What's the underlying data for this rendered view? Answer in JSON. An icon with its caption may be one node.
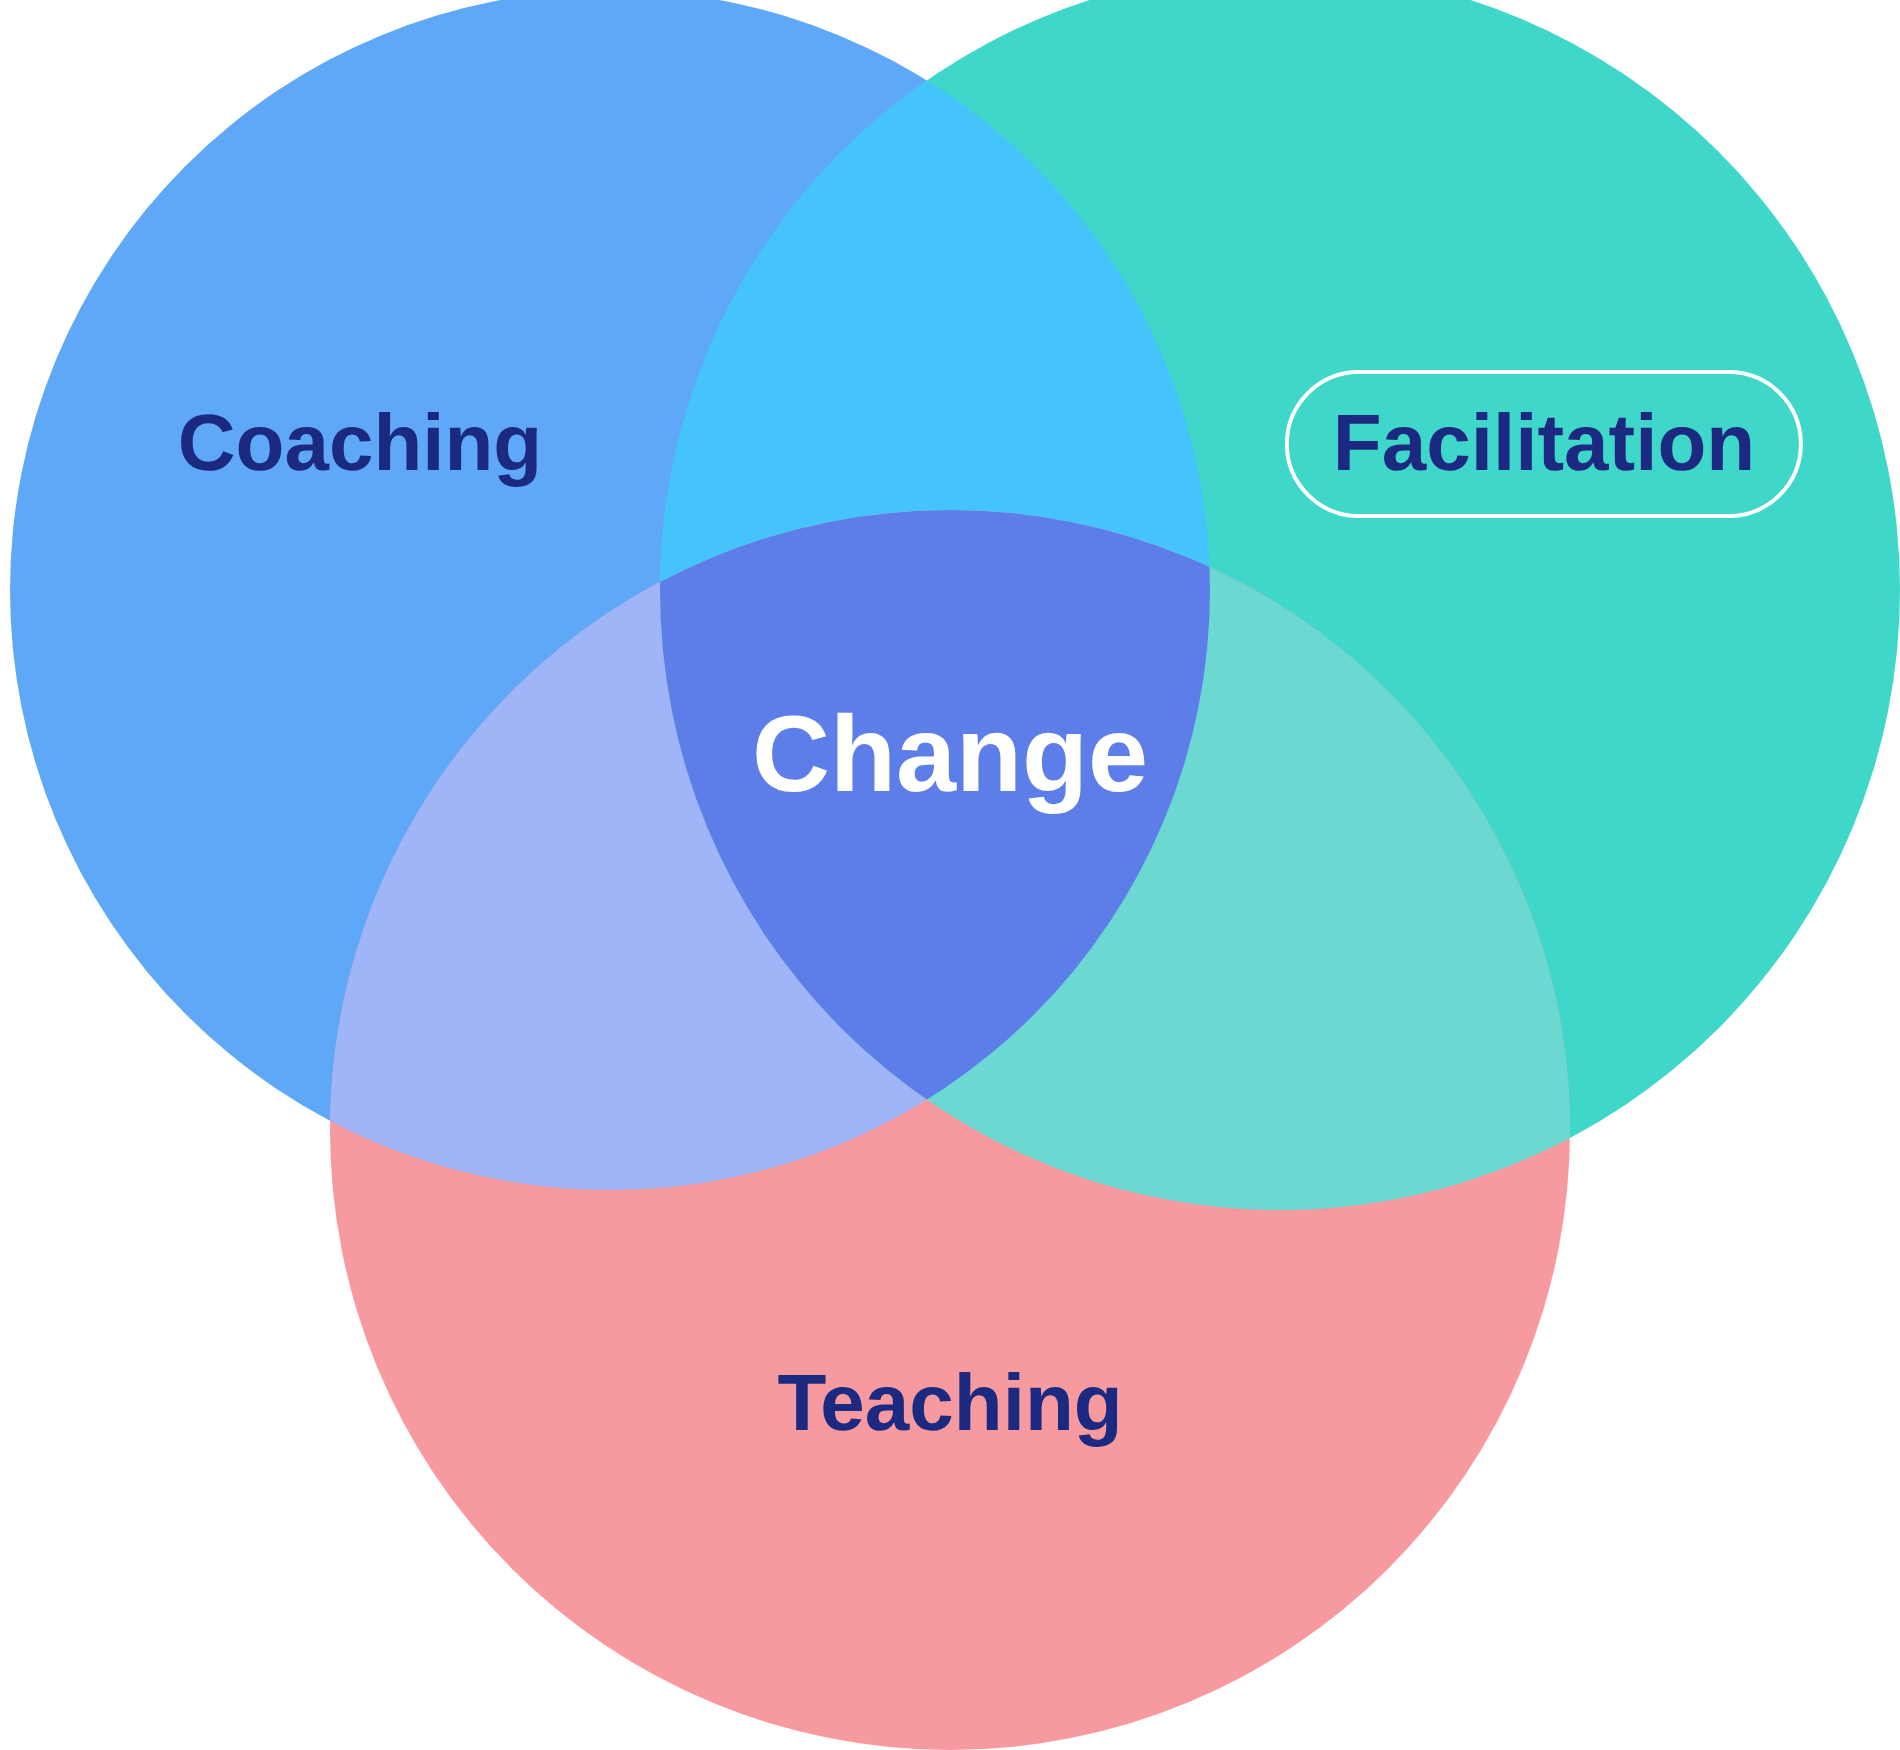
{
  "diagram": {
    "nodes": [
      {
        "text": [
          "Coaching"
        ]
      },
      {
        "text": [
          "Facilitation"
        ]
      },
      {
        "text": [
          "Teaching"
        ]
      },
      {
        "text": [
          "Change"
        ]
      }
    ]
  }
}
